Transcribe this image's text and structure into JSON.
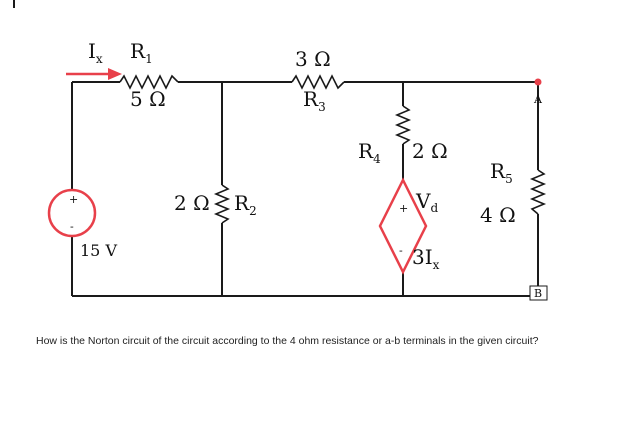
{
  "circuit": {
    "current_label": "I",
    "current_sub": "x",
    "r1_name": "R",
    "r1_sub": "1",
    "r1_value": "5 Ω",
    "r2_name": "R",
    "r2_sub": "2",
    "r2_value": "2 Ω",
    "r3_name": "R",
    "r3_sub": "3",
    "r3_value": "3 Ω",
    "r4_name": "R",
    "r4_sub": "4",
    "r4_value": "2 Ω",
    "r5_name": "R",
    "r5_sub": "5",
    "r5_value": "4 Ω",
    "source_value": "15 V",
    "source_plus": "+",
    "source_minus": "-",
    "dep_source_label": "V",
    "dep_source_sub": "d",
    "dep_source_plus": "+",
    "dep_source_minus": "-",
    "dep_source_value": "3I",
    "dep_source_value_sub": "x",
    "terminal_a": "A",
    "terminal_b": "B"
  },
  "colors": {
    "arrow": "#e8404a",
    "source_ring": "#e8404a",
    "dep_source_border": "#e8404a",
    "terminal_dot": "#e8404a"
  },
  "question": {
    "text": "How is the Norton circuit of the circuit according to the 4 ohm resistance or a-b terminals in the given circuit?"
  }
}
